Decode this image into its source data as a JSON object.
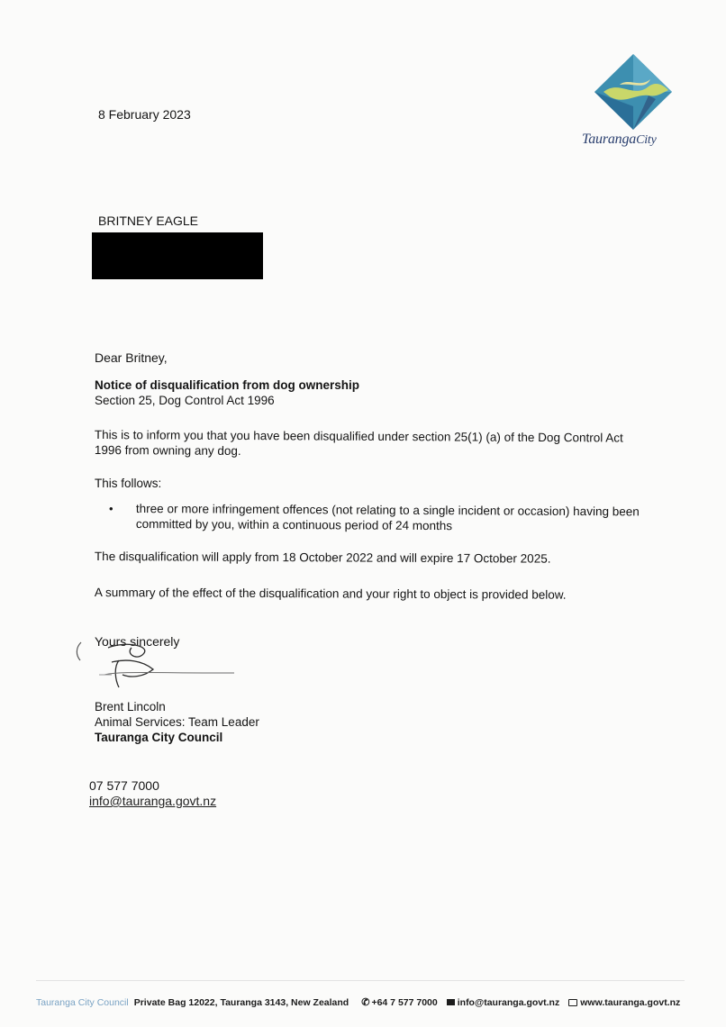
{
  "letter": {
    "date": "8 February 2023",
    "recipient_name": "BRITNEY EAGLE",
    "salutation": "Dear Britney,",
    "subject": "Notice of disqualification from dog ownership",
    "subject_sub": "Section 25, Dog Control Act 1996",
    "paragraph_1": "This is to inform you that you have been disqualified under section 25(1) (a) of the Dog Control Act 1996 from owning any dog.",
    "follows_label": "This follows:",
    "bullets": [
      "three or more infringement offences (not relating to a single incident or occasion) having been committed by you, within a continuous period of 24 months"
    ],
    "paragraph_2": "The disqualification will apply from 18 October 2022 and will expire 17 October 2025.",
    "paragraph_3": "A summary of the effect of the disqualification and your right to object is provided below.",
    "closing": "Yours sincerely",
    "signatory_name": "Brent Lincoln",
    "signatory_role": "Animal Services: Team Leader",
    "signatory_org": "Tauranga City Council",
    "contact_phone": "07 577 7000",
    "contact_email": "info@tauranga.govt.nz"
  },
  "logo": {
    "name_main": "Tauranga",
    "name_city": "City",
    "colors": {
      "teal": "#3d8fb0",
      "navy": "#2a3f6e",
      "lime": "#c9d76a",
      "yellow": "#e8e2a0"
    }
  },
  "footer": {
    "org": "Tauranga City Council",
    "address": "Private Bag 12022, Tauranga 3143, New Zealand",
    "phone": "+64 7 577 7000",
    "email": "info@tauranga.govt.nz",
    "website": "www.tauranga.govt.nz"
  }
}
